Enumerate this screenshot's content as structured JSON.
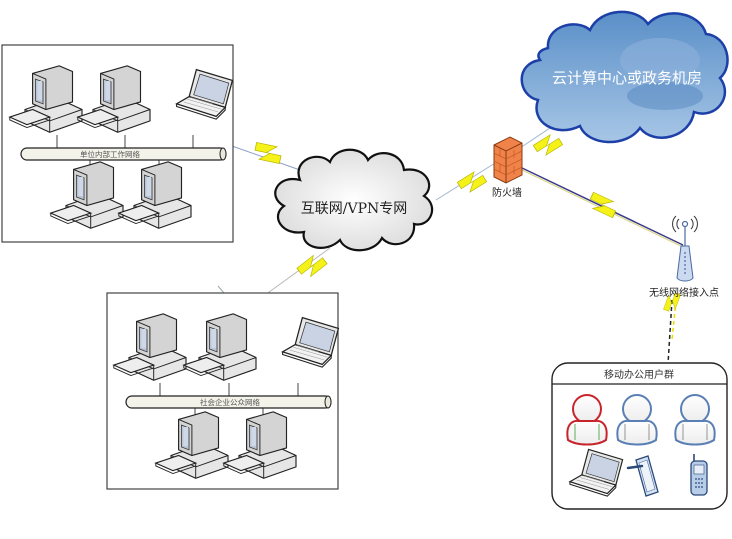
{
  "internal_network": {
    "bus_label": "单位内部工作网络",
    "devices": [
      "desktop",
      "desktop",
      "laptop",
      "desktop",
      "desktop"
    ]
  },
  "public_network": {
    "bus_label": "社会企业公众网络",
    "devices": [
      "desktop",
      "desktop",
      "laptop",
      "desktop",
      "desktop"
    ]
  },
  "internet_cloud": {
    "label": "互联网/VPN专网"
  },
  "datacenter_cloud": {
    "label": "云计算中心或政务机房"
  },
  "firewall": {
    "label": "防火墙"
  },
  "access_point": {
    "label": "无线网络接入点"
  },
  "mobile_group": {
    "title": "移动办公用户群",
    "users": [
      "user-highlighted",
      "user",
      "user"
    ],
    "devices": [
      "laptop",
      "tablet",
      "mobile-phone"
    ]
  },
  "colors": {
    "bolt_fill": "#f5f21a",
    "bolt_stroke": "#b8b400",
    "datacenter_cloud_fill": "#6f9fd0",
    "datacenter_cloud_stroke": "#1d3fa8",
    "firewall_fill": "#f0834a",
    "user_highlight": "#c8242b",
    "user_normal": "#5a7fb4"
  }
}
